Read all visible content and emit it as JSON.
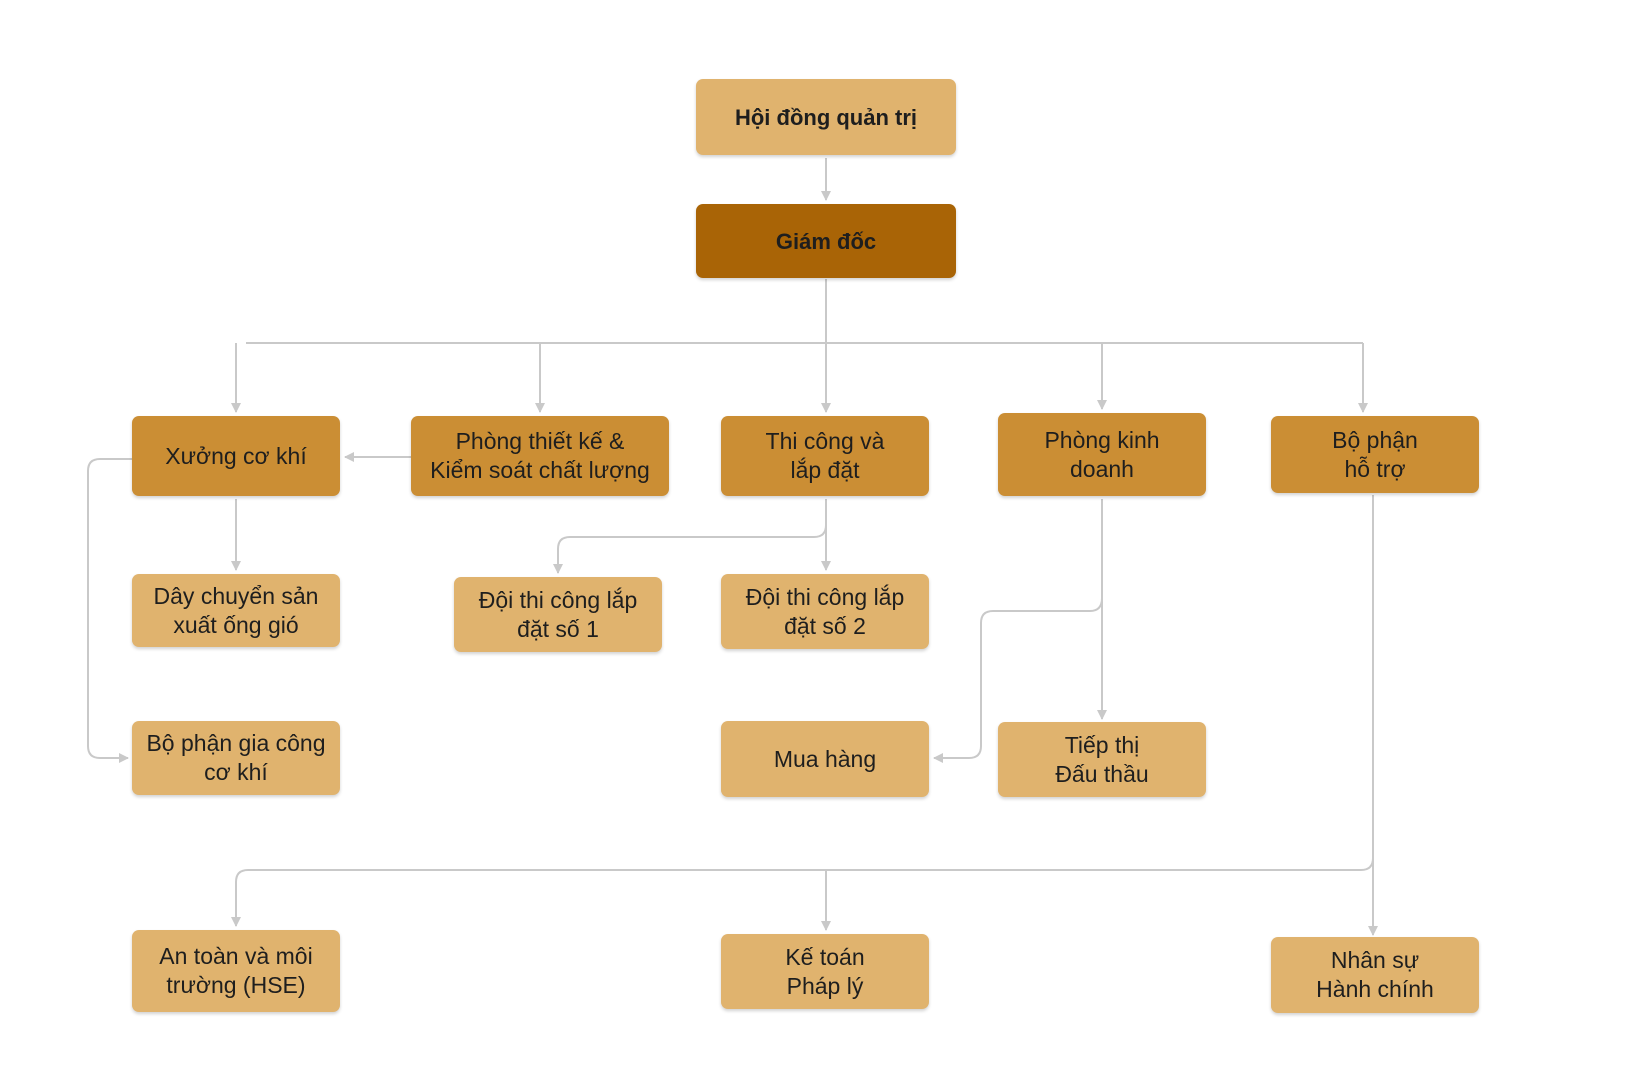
{
  "colors": {
    "box_light": "#e0b36e",
    "box_mid": "#cb8e34",
    "box_dark": "#a96406",
    "connector": "#c9c9c9"
  },
  "nodes": {
    "board": {
      "label": "Hội đồng quản trị"
    },
    "director": {
      "label": "Giám đốc"
    },
    "workshop": {
      "label": "Xưởng cơ khí"
    },
    "design_qc": {
      "label": "Phòng thiết kế &\nKiểm soát chất lượng"
    },
    "construction": {
      "label": "Thi công và\nlắp đặt"
    },
    "sales": {
      "label": "Phòng kinh\ndoanh"
    },
    "support": {
      "label": "Bộ phận\nhỗ trợ"
    },
    "duct_line": {
      "label": "Dây chuyển sản\nxuất ống gió"
    },
    "team1": {
      "label": "Đội thi công lắp\nđặt số 1"
    },
    "team2": {
      "label": "Đội thi công lắp\nđặt số 2"
    },
    "machining": {
      "label": "Bộ phận gia công\ncơ khí"
    },
    "purchasing": {
      "label": "Mua hàng"
    },
    "marketing": {
      "label": "Tiếp thị\nĐấu thầu"
    },
    "hse": {
      "label": "An toàn và môi\ntrường (HSE)"
    },
    "accounting": {
      "label": "Kế toán\nPháp lý"
    },
    "hr": {
      "label": "Nhân sự\nHành chính"
    }
  }
}
